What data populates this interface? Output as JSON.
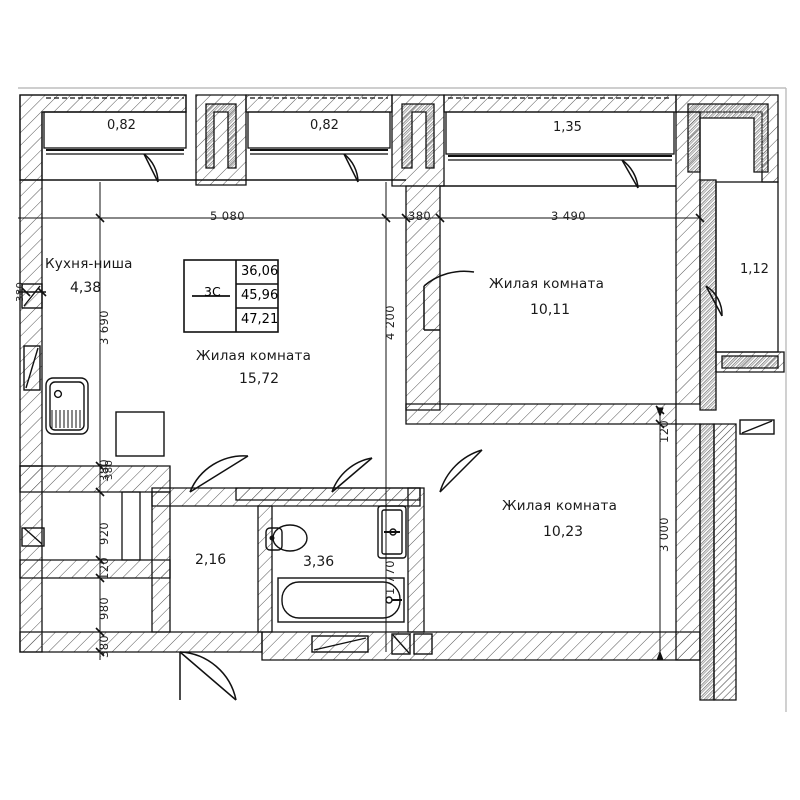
{
  "plan": {
    "legend": {
      "type_label": "3С",
      "values": [
        "36,06",
        "45,96",
        "47,21"
      ]
    },
    "rooms": [
      {
        "name": "Кухня-ниша",
        "area": "4,38"
      },
      {
        "name": "Жилая комната",
        "area": "15,72"
      },
      {
        "name": "Жилая комната",
        "area": "10,11"
      },
      {
        "name": "Жилая комната",
        "area": "10,23"
      }
    ],
    "unnamed_areas": [
      {
        "area": "2,16"
      },
      {
        "area": "3,36"
      }
    ],
    "balconies": [
      {
        "area": "0,82"
      },
      {
        "area": "0,82"
      },
      {
        "area": "1,35"
      },
      {
        "area": "1,12"
      }
    ],
    "dimensions": {
      "top_horizontal": [
        "5 080",
        "380",
        "3 490"
      ],
      "center_vertical": "4 200",
      "left_vertical": [
        "380",
        "920",
        "120",
        "980",
        "380"
      ],
      "left_upper_vertical": "3 690",
      "left_wall_small": "380",
      "right_vertical": [
        "120",
        "3 000"
      ],
      "bath_vertical": "1 770",
      "kitchen_small": "380"
    },
    "colors": {
      "line": "#111111",
      "hatch": "#555555",
      "text": "#1a1a1a",
      "frame": "#b8b8b8"
    }
  }
}
